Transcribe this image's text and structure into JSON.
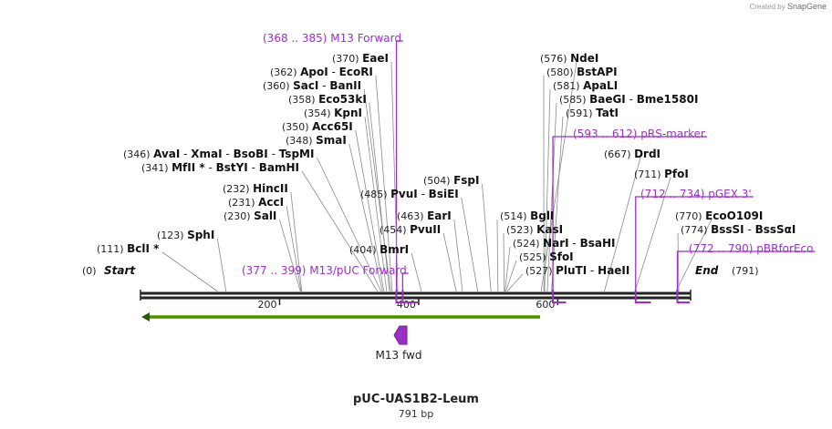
{
  "credit": {
    "prefix": "Created by",
    "brand": "SnapGene"
  },
  "title": "pUC-UAS1B2-Leum",
  "length_label": "791 bp",
  "total_bp": 791,
  "colors": {
    "purple": "#9b30c8",
    "lead": "#8a8a8a",
    "orf": "#6fb516",
    "backbone": "#222222"
  },
  "ticks": [
    "200",
    "400",
    "600"
  ],
  "tick_values": [
    200,
    400,
    600
  ],
  "start_pos": "(0)",
  "start_label": "Start",
  "end_pos": "(791)",
  "end_label": "End",
  "sites": [
    {
      "pos": 368,
      "pos_label": "(368 .. 385)",
      "names": [
        "M13 Forward"
      ],
      "feature": true
    },
    {
      "pos": 370,
      "pos_label": "(370)",
      "names": [
        "EaeI"
      ]
    },
    {
      "pos": 362,
      "pos_label": "(362)",
      "names": [
        "ApoI",
        "EcoRI"
      ]
    },
    {
      "pos": 360,
      "pos_label": "(360)",
      "names": [
        "SacI",
        "BanII"
      ]
    },
    {
      "pos": 358,
      "pos_label": "(358)",
      "names": [
        "Eco53kI"
      ]
    },
    {
      "pos": 354,
      "pos_label": "(354)",
      "names": [
        "KpnI"
      ]
    },
    {
      "pos": 350,
      "pos_label": "(350)",
      "names": [
        "Acc65I"
      ]
    },
    {
      "pos": 348,
      "pos_label": "(348)",
      "names": [
        "SmaI"
      ]
    },
    {
      "pos": 346,
      "pos_label": "(346)",
      "names": [
        "AvaI",
        "XmaI",
        "BsoBI",
        "TspMI"
      ]
    },
    {
      "pos": 341,
      "pos_label": "(341)",
      "names": [
        "MfII *",
        "BstYI",
        "BamHI"
      ]
    },
    {
      "pos": 232,
      "pos_label": "(232)",
      "names": [
        "HincII"
      ]
    },
    {
      "pos": 231,
      "pos_label": "(231)",
      "names": [
        "AccI"
      ]
    },
    {
      "pos": 230,
      "pos_label": "(230)",
      "names": [
        "SalI"
      ]
    },
    {
      "pos": 123,
      "pos_label": "(123)",
      "names": [
        "SphI"
      ]
    },
    {
      "pos": 111,
      "pos_label": "(111)",
      "names": [
        "BclI *"
      ]
    },
    {
      "pos": 377,
      "pos_label": "(377 .. 399)",
      "names": [
        "M13/pUC Forward"
      ],
      "feature": true
    },
    {
      "pos": 485,
      "pos_label": "(485)",
      "names": [
        "PvuI",
        "BsiEI"
      ]
    },
    {
      "pos": 504,
      "pos_label": "(504)",
      "names": [
        "FspI"
      ]
    },
    {
      "pos": 463,
      "pos_label": "(463)",
      "names": [
        "EarI"
      ]
    },
    {
      "pos": 454,
      "pos_label": "(454)",
      "names": [
        "PvuII"
      ]
    },
    {
      "pos": 404,
      "pos_label": "(404)",
      "names": [
        "BmrI"
      ]
    },
    {
      "pos": 576,
      "pos_label": "(576)",
      "names": [
        "NdeI"
      ]
    },
    {
      "pos": 580,
      "pos_label": "(580)",
      "names": [
        "BstAPI"
      ]
    },
    {
      "pos": 581,
      "pos_label": "(581)",
      "names": [
        "ApaLI"
      ]
    },
    {
      "pos": 585,
      "pos_label": "(585)",
      "names": [
        "BaeGI",
        "Bme1580I"
      ]
    },
    {
      "pos": 591,
      "pos_label": "(591)",
      "names": [
        "TatI"
      ]
    },
    {
      "pos": 593,
      "pos_label": "(593 .. 612)",
      "names": [
        "pRS-marker"
      ],
      "feature": true
    },
    {
      "pos": 667,
      "pos_label": "(667)",
      "names": [
        "DrdI"
      ]
    },
    {
      "pos": 711,
      "pos_label": "(711)",
      "names": [
        "PfoI"
      ]
    },
    {
      "pos": 712,
      "pos_label": "(712 .. 734)",
      "names": [
        "pGEX 3'"
      ],
      "feature": true
    },
    {
      "pos": 514,
      "pos_label": "(514)",
      "names": [
        "BglI"
      ]
    },
    {
      "pos": 523,
      "pos_label": "(523)",
      "names": [
        "KasI"
      ]
    },
    {
      "pos": 524,
      "pos_label": "(524)",
      "names": [
        "NarI",
        "BsaHI"
      ]
    },
    {
      "pos": 525,
      "pos_label": "(525)",
      "names": [
        "SfoI"
      ]
    },
    {
      "pos": 527,
      "pos_label": "(527)",
      "names": [
        "PluTI",
        "HaeII"
      ]
    },
    {
      "pos": 770,
      "pos_label": "(770)",
      "names": [
        "EcoO109I"
      ]
    },
    {
      "pos": 774,
      "pos_label": "(774)",
      "names": [
        "BssSI",
        "BssSαI"
      ]
    },
    {
      "pos": 772,
      "pos_label": "(772 .. 790)",
      "names": [
        "pBRforEco"
      ],
      "feature": true
    }
  ],
  "orf": {
    "start": 0,
    "end": 579
  },
  "primer": {
    "label": "M13 fwd"
  }
}
